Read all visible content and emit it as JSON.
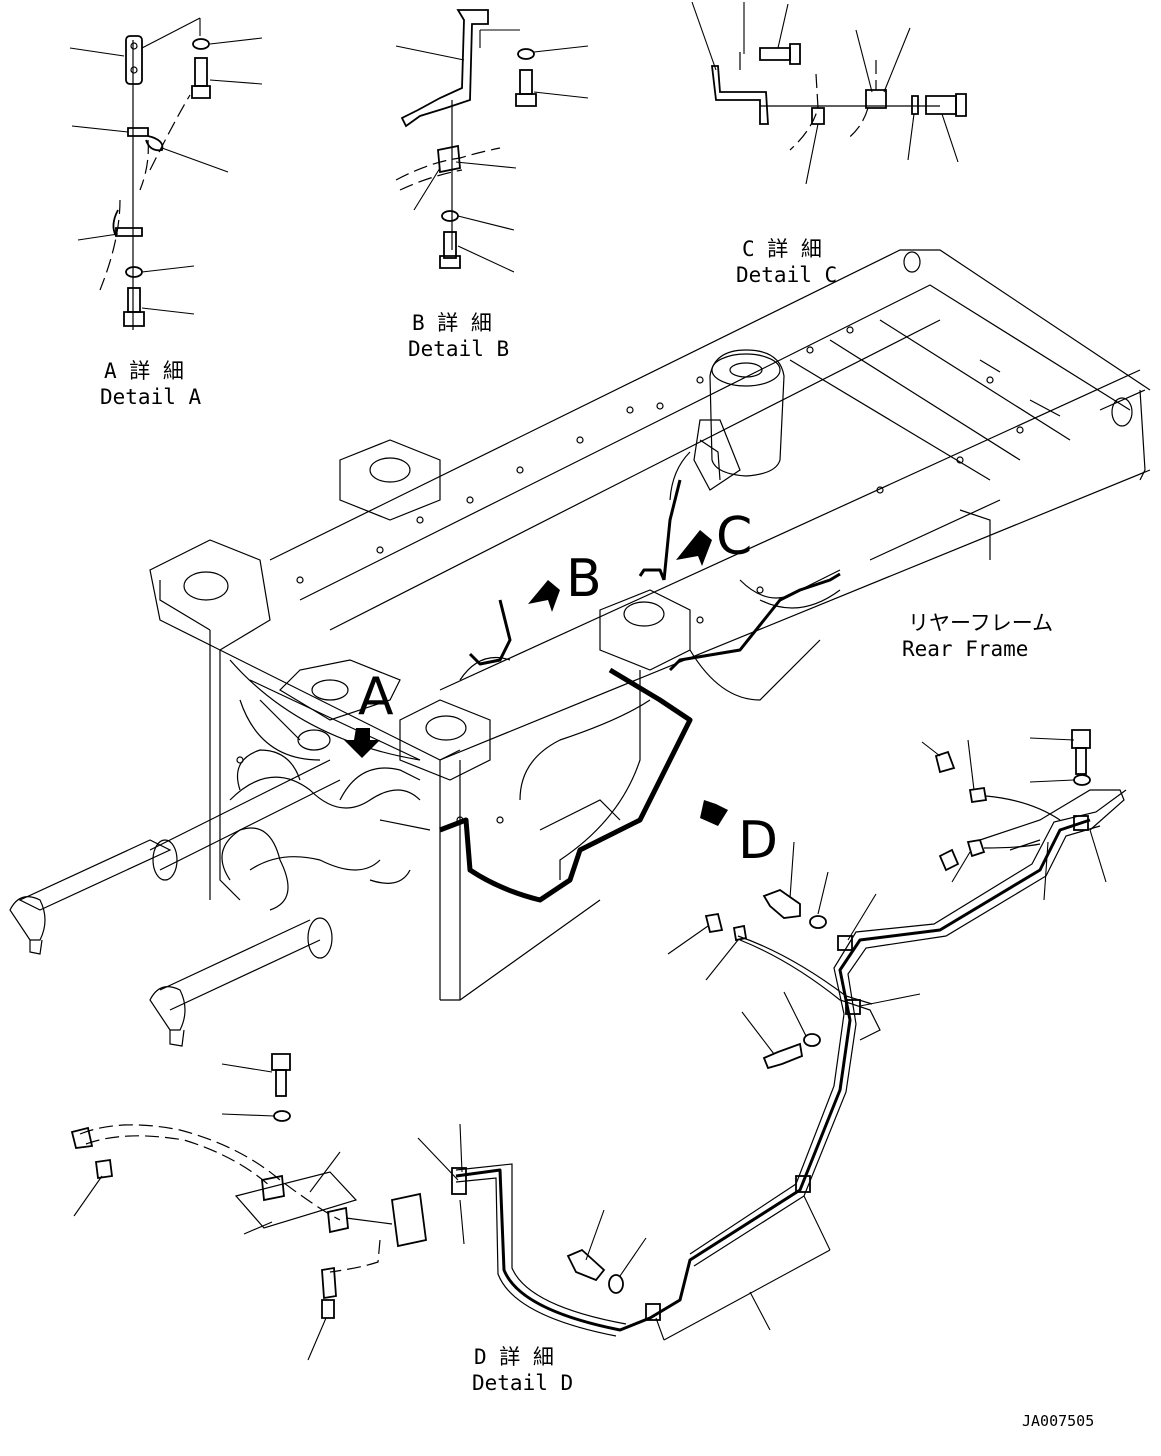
{
  "details": {
    "a": {
      "jp": "A 詳 細",
      "en": "Detail A"
    },
    "b": {
      "jp": "B 詳 細",
      "en": "Detail B"
    },
    "c": {
      "jp": "C 詳 細",
      "en": "Detail C"
    },
    "d": {
      "jp": "D 詳 細",
      "en": "Detail D"
    }
  },
  "callouts": {
    "a": "A",
    "b": "B",
    "c": "C",
    "d": "D"
  },
  "frame_label": {
    "jp": "リヤーフレーム",
    "en": "Rear Frame"
  },
  "drawing_number": "JA007505"
}
